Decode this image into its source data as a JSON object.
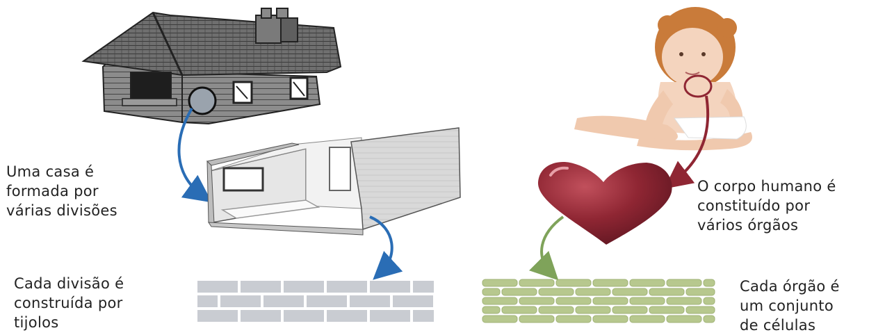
{
  "captions": {
    "house": [
      "Uma casa é",
      "formada por",
      "várias divisões"
    ],
    "room": [
      "Cada divisão é",
      "construída por",
      "tijolos"
    ],
    "body": [
      "O corpo humano é",
      "constituído por",
      "vários órgãos"
    ],
    "organ": [
      "Cada órgão é",
      "um conjunto",
      "de células"
    ]
  },
  "colors": {
    "house_arrow": "#2a6db5",
    "body_arrow": "#8f2633",
    "organ_arrow": "#7fa35a",
    "heart": "#8f2633",
    "bricks_gray": "#c9ccd2",
    "bricks_green": "#b7c88e"
  }
}
